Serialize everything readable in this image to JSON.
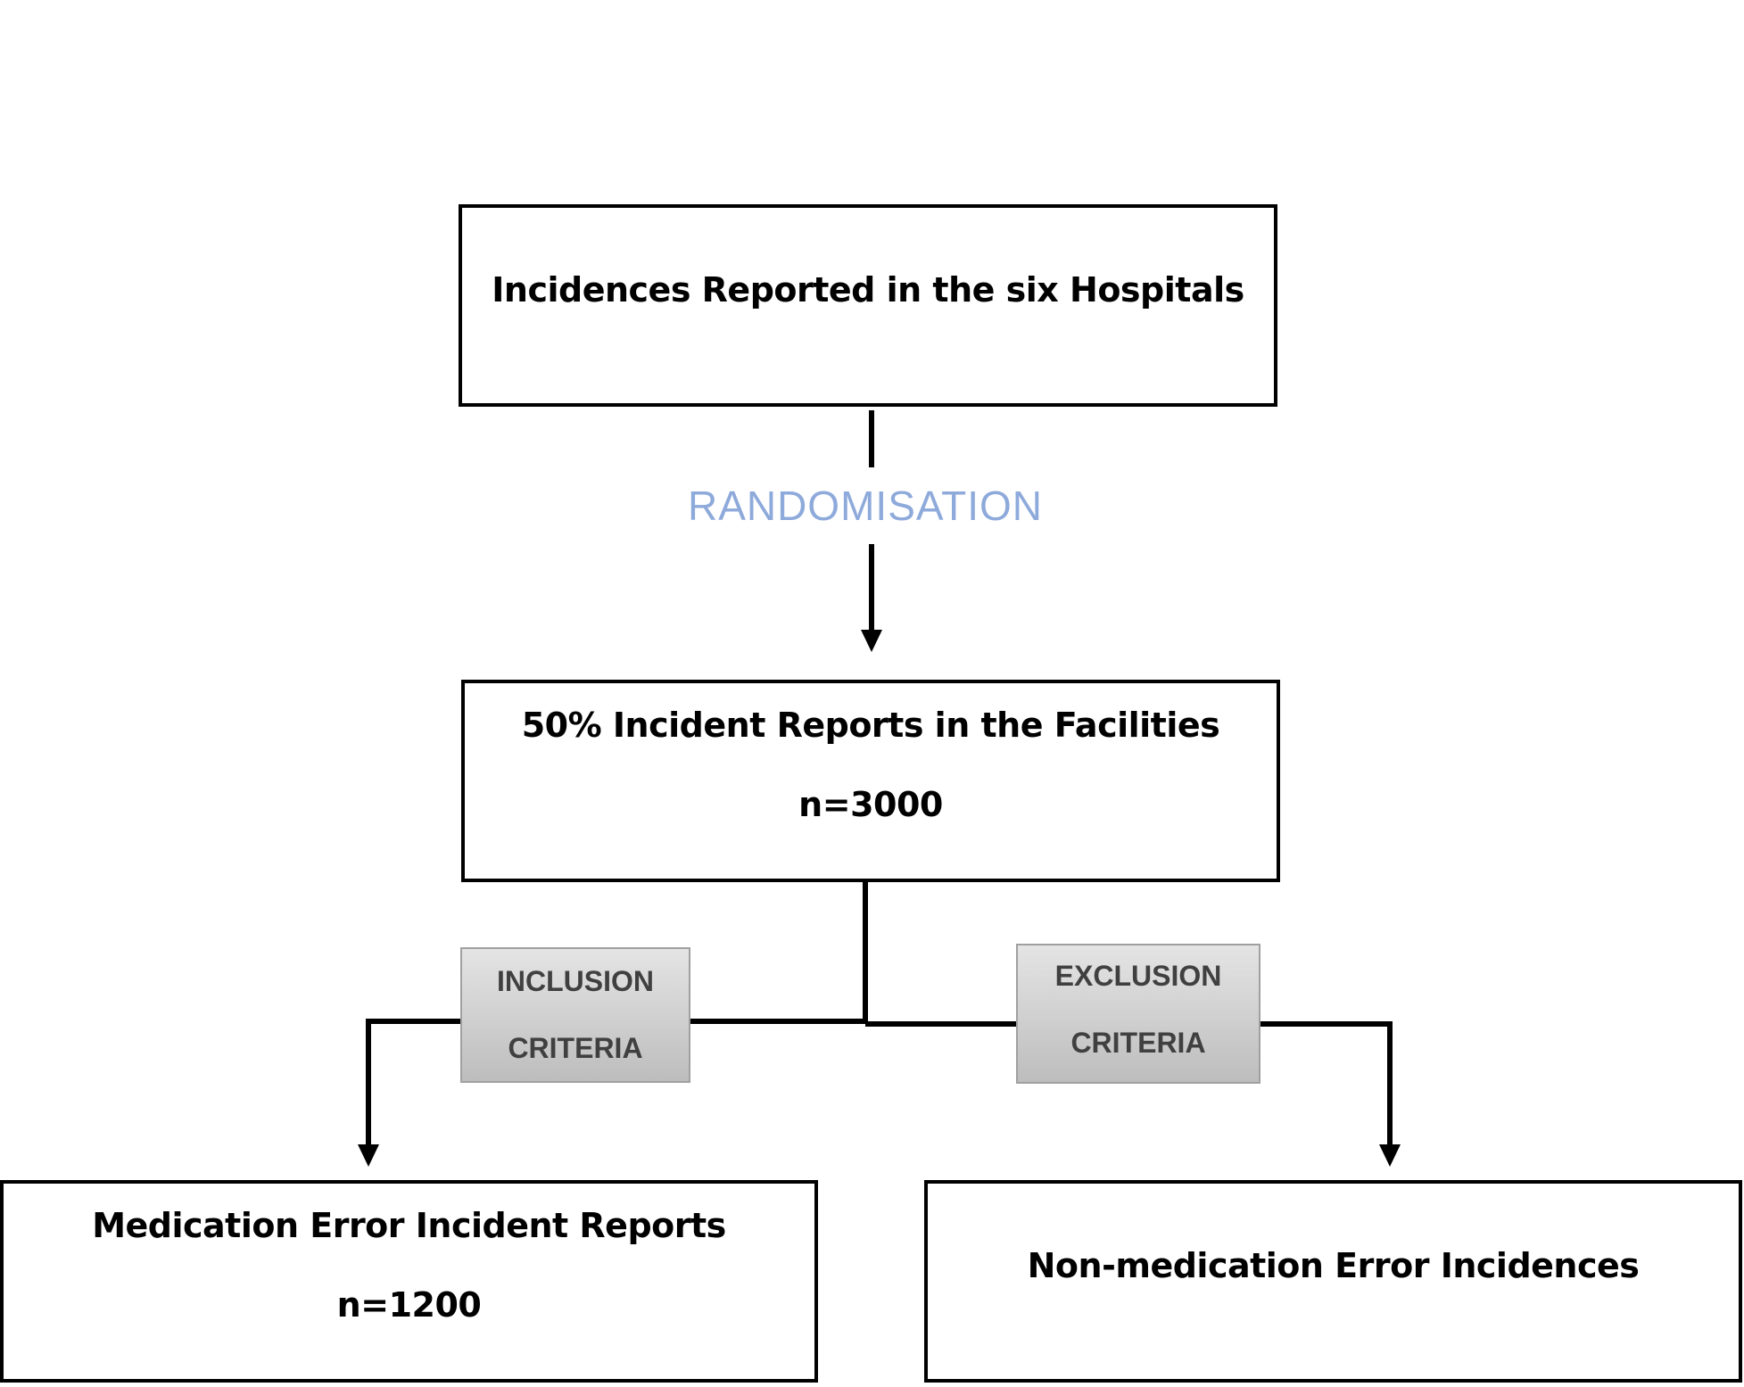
{
  "boxes": {
    "top": {
      "line1": "Incidences Reported in the six Hospitals"
    },
    "middle": {
      "line1": "50% Incident Reports in the Facilities",
      "line2": "n=3000"
    },
    "left": {
      "line1": "Medication Error Incident Reports",
      "line2": "n=1200"
    },
    "right": {
      "line1": "Non-medication Error Incidences"
    }
  },
  "step_label": "RANDOMISATION",
  "criteria": {
    "inclusion": {
      "line1": "INCLUSION",
      "line2": "CRITERIA"
    },
    "exclusion": {
      "line1": "EXCLUSION",
      "line2": "CRITERIA"
    }
  },
  "colors": {
    "box_border": "#000000",
    "connector": "#000000",
    "step_label": "#8eaadb",
    "criteria_fill": "#cfcfcf",
    "criteria_text": "#404040"
  }
}
